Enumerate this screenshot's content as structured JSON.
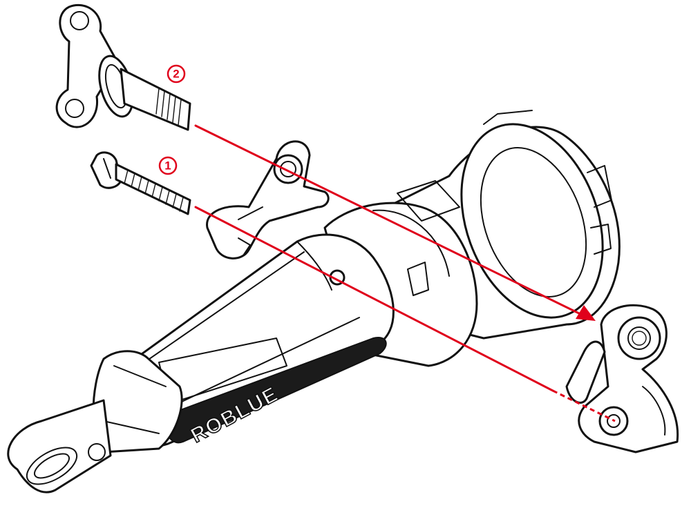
{
  "diagram": {
    "brand_text": "ROBLUE",
    "callouts": [
      {
        "id": "callout-1",
        "label": "1"
      },
      {
        "id": "callout-2",
        "label": "2"
      }
    ],
    "colors": {
      "guide_line": "#e0001b",
      "outline": "#111111",
      "fill": "#ffffff"
    }
  }
}
